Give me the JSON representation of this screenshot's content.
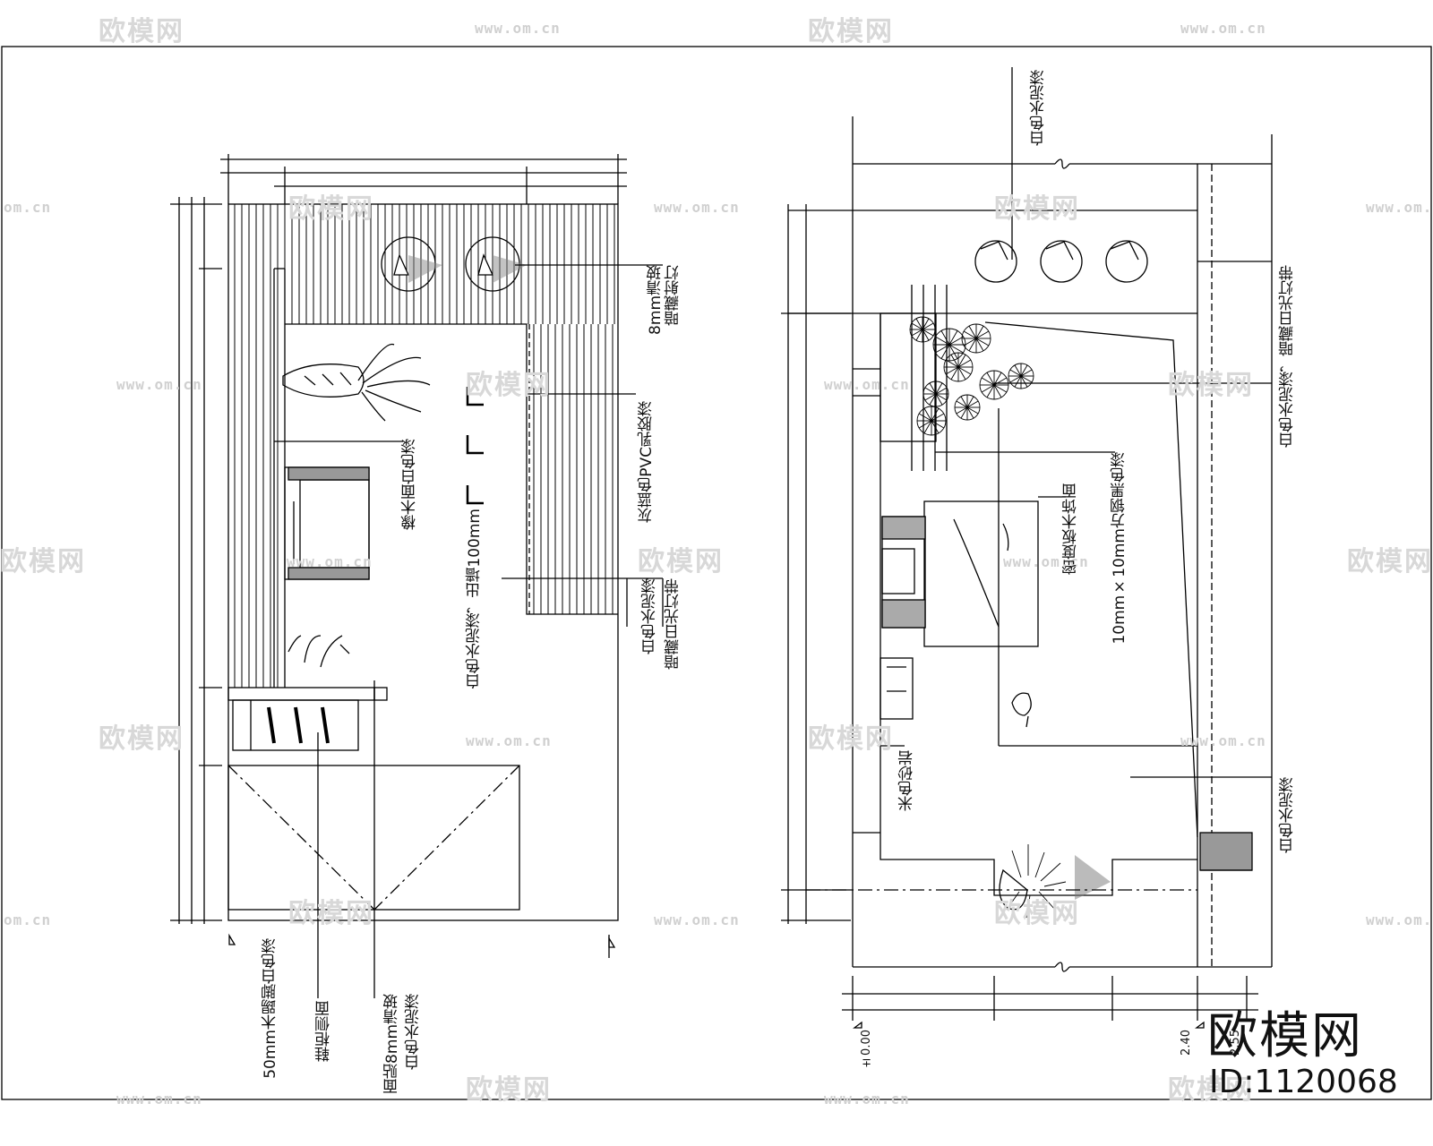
{
  "watermark": {
    "logo_text": "欧模网",
    "url_text": "www.om.cn",
    "side_url_text": "om.cn"
  },
  "left_elevation": {
    "labels": {
      "spotlight": "暗藏射灯",
      "glass": "8mm清玻",
      "pvc_paint": "灰蓝色PVC乳胶漆",
      "wall_niche": "白色水泥漆，出墙100mm",
      "light_strip": "暗藏日光灯带",
      "white_paint": "白色水泥漆",
      "oak_panel": "橡木面白色漆",
      "skirting": "50mm木踢脚白色漆",
      "shoe_cabinet": "鞋柜侧面",
      "glass_panel_white": "白色水泥漆",
      "glass_panel_clear": "面贴8mm清玻"
    }
  },
  "right_elevation": {
    "labels": {
      "top_paint": "白色水泥漆",
      "side_paint_strip": "白色水泥漆，暗藏日光灯带",
      "steel_tube": "10mm×10mm方钢黑色漆",
      "mdf_panel": "密度板木饰面",
      "beige_stone": "米色砂岩",
      "bottom_paint": "白色水泥漆"
    },
    "elevation_marks": {
      "floor": "±0.00",
      "ceiling_a": "2.40",
      "ceiling_b": "2.55"
    }
  },
  "brand": {
    "name": "欧模网",
    "id_text": "ID:1120068"
  }
}
